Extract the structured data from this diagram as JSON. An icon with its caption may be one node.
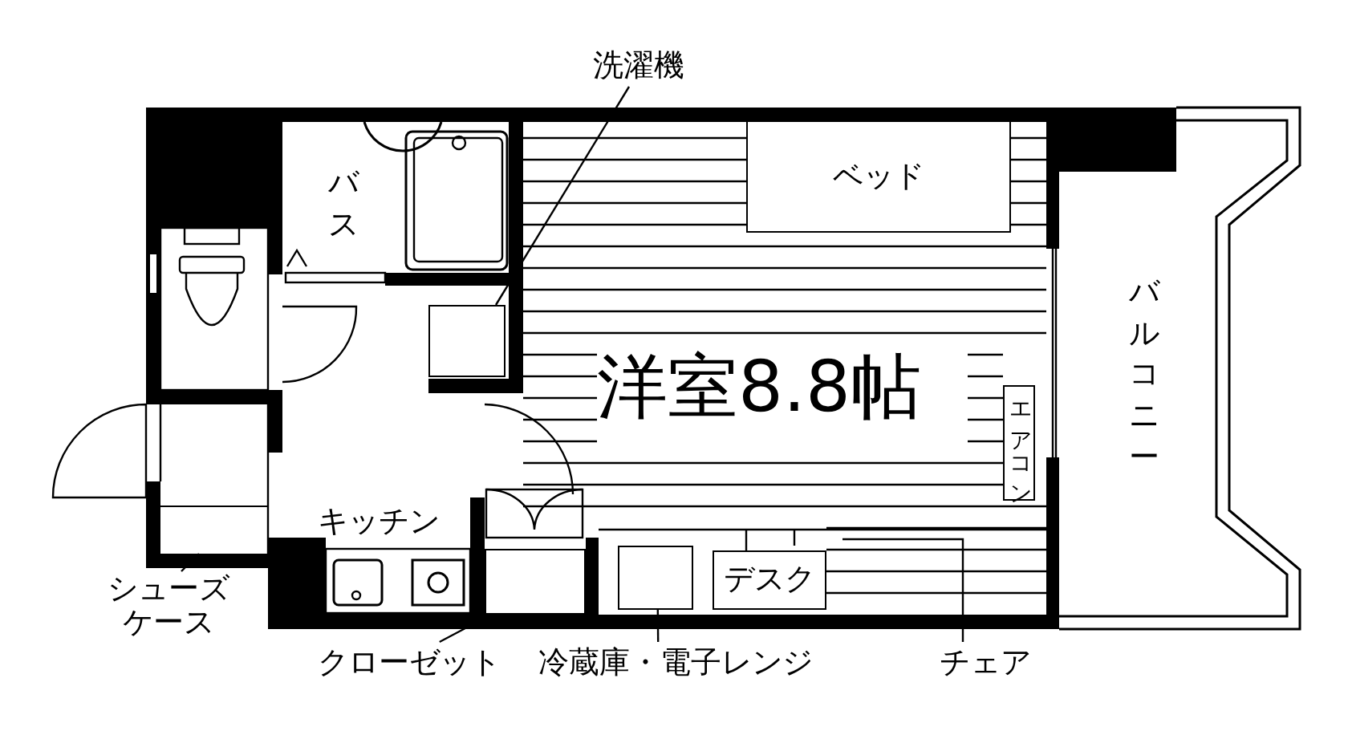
{
  "diagram": {
    "nodes": [
      {
        "text": [
          "洗濯機"
        ]
      },
      {
        "text": [],
        "shape": "box"
      },
      {
        "text": [
          "ベッド"
        ]
      },
      {
        "text": [
          "エアコン"
        ]
      },
      {
        "text": [
          "デスク"
        ]
      },
      {
        "text": [],
        "shape": "box"
      },
      {
        "text": [],
        "shape": "box"
      },
      {
        "text": [
          "シューズケース"
        ]
      },
      {
        "text": [
          "クローゼット"
        ]
      },
      {
        "text": [],
        "shape": "box"
      },
      {
        "text": [
          "冷蔵庫・電子レンジ"
        ]
      },
      {
        "text": [
          "チェア"
        ]
      }
    ],
    "edges": [
      {
        "from": 0,
        "to": 1,
        "arrow": "none"
      },
      {
        "from": 7,
        "to": 6,
        "arrow": "none"
      },
      {
        "from": 8,
        "to": 9,
        "arrow": "none"
      },
      {
        "from": 10,
        "to": 5,
        "arrow": "none"
      },
      {
        "from": 11,
        "to": null,
        "arrow": "none"
      }
    ],
    "labels": [
      "バス",
      "洋室8.8帖",
      "キッチン",
      "バルコニー"
    ]
  }
}
